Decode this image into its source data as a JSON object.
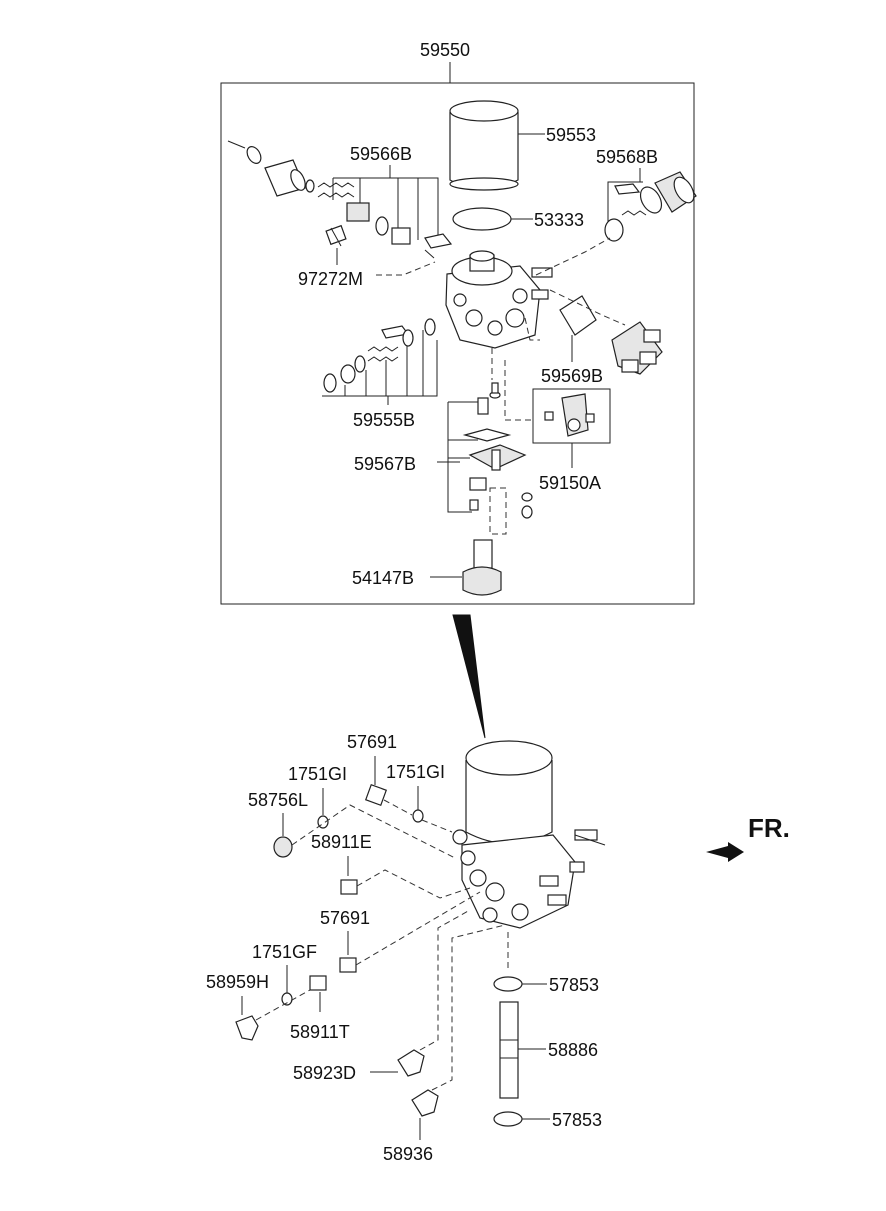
{
  "labels": {
    "assembly": "59550",
    "filter_cartridge": "59553",
    "oring_seal": "53333",
    "kit_566b": "59566B",
    "kit_568b": "59568B",
    "valve_97272m": "97272M",
    "kit_569b": "59569B",
    "kit_555b": "59555B",
    "kit_567b": "59567B",
    "kit_150a": "59150A",
    "heater_54147b": "54147B",
    "conn_top": "57691",
    "oring_left": "1751GI",
    "oring_right": "1751GI",
    "plug_58756l": "58756L",
    "conn_58911e": "58911E",
    "conn_mid": "57691",
    "oring_gf": "1751GF",
    "elbow_58959h": "58959H",
    "conn_58911t": "58911T",
    "elbow_58923d": "58923D",
    "elbow_58936": "58936",
    "clamp_top": "57853",
    "hose_58886": "58886",
    "clamp_bottom": "57853",
    "front_label": "FR."
  }
}
